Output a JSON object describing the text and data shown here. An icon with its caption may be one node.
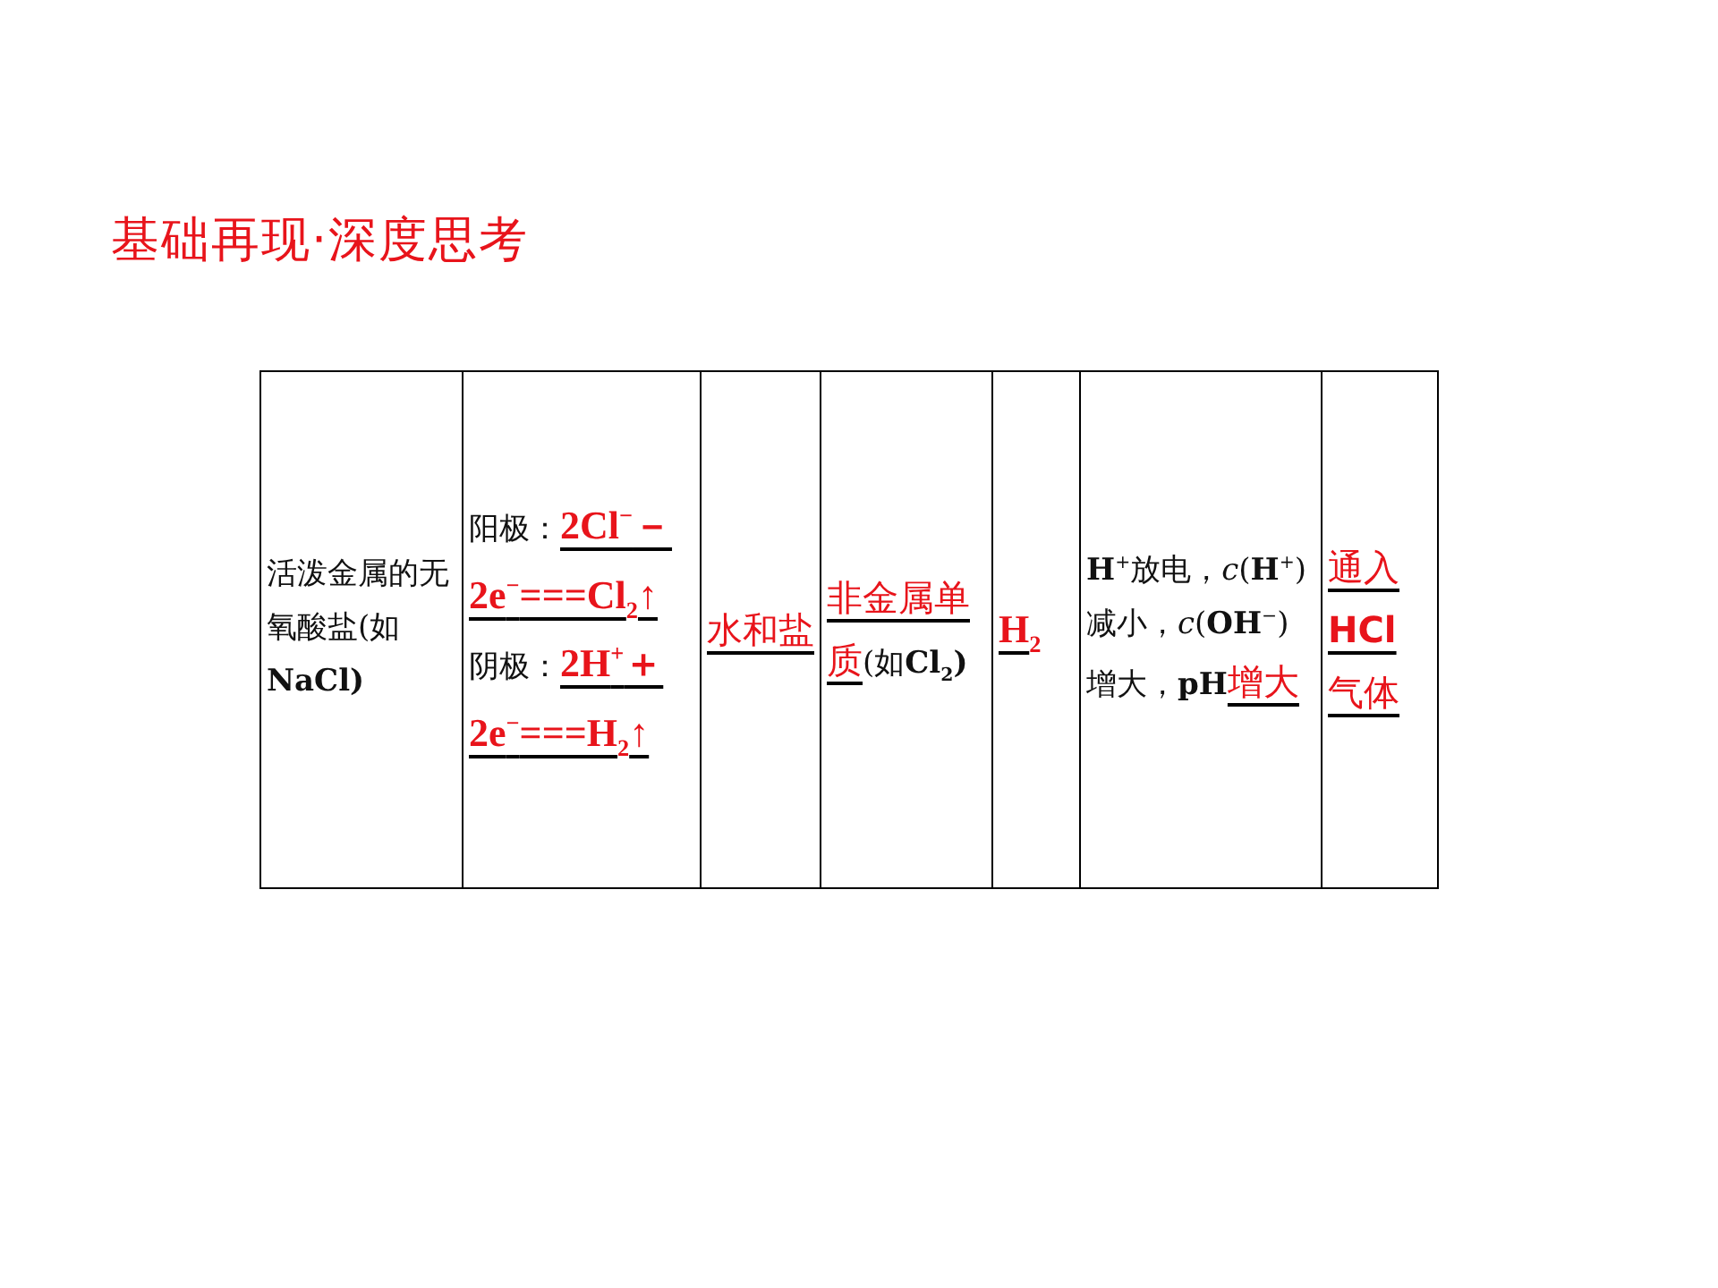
{
  "diagram": {
    "title": "基础再现·深度思考",
    "labels": [
      "活泼金属的无氧酸盐(如**NaCl)**",
      "阳极：",
      "2Cl$^{−}$－2e$^{−}$===Cl$_{2}$↑",
      "阴极：",
      "2H$^{+}$＋2e$^{−}$===H$_{2}$↑",
      "水和盐",
      "非金属单质",
      "(如**Cl$_{2}$)**",
      "H$_{2}$",
      "**H**$^{+}$放电，*c*(**H**$^{+}$)减小，*c*(**OH**$^{−}$)增大，**pH**",
      "增大",
      "通入**HCl**气体"
    ]
  }
}
